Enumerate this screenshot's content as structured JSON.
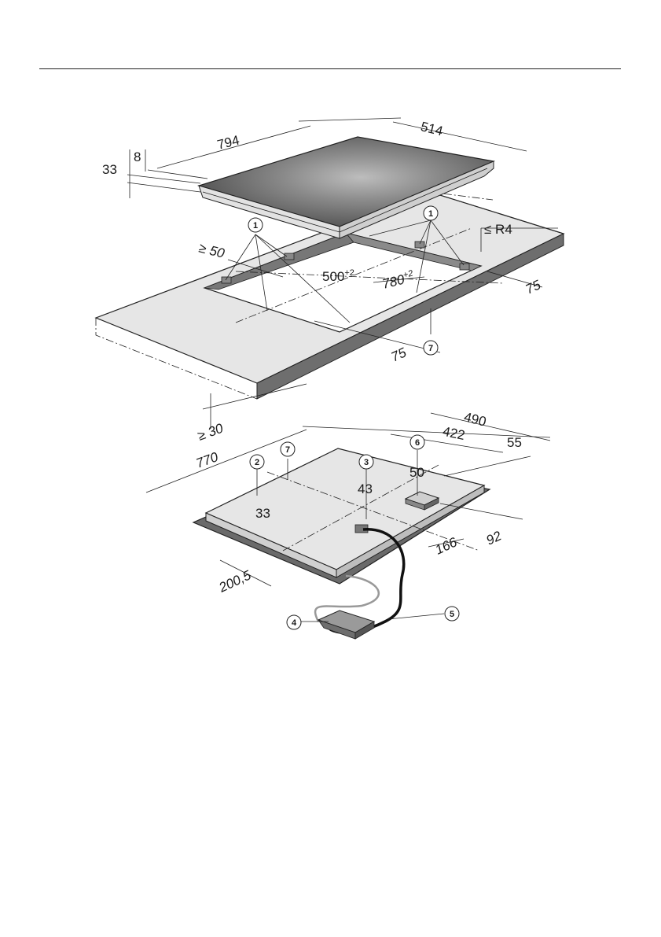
{
  "callouts": {
    "c1": "1",
    "c2": "2",
    "c3": "3",
    "c4": "4",
    "c5": "5",
    "c6": "6",
    "c7": "7"
  },
  "dimensions": {
    "hob_depth": "514",
    "hob_width": "794",
    "glass_thickness": "8",
    "hob_height": "33",
    "min_wall_clearance": "≥ 50",
    "max_corner_radius": "≤ R4",
    "cutout_depth": "500",
    "cutout_depth_tol": "+2",
    "cutout_width": "780",
    "cutout_width_tol": "+2",
    "clearance_right": "75",
    "clearance_front": "75",
    "worktop_min_thickness": "≥ 30",
    "base_depth": "490",
    "base_to_box": "422",
    "box_edge_offset": "55",
    "base_width": "770",
    "height_at_2": "33",
    "height_at_3": "43",
    "height_at_6": "50",
    "box_offset_166": "166",
    "box_offset_92": "92",
    "connection_offset": "200,5"
  },
  "colors": {
    "glass_light": "#9a9a9a",
    "glass_dark": "#3a3a3a",
    "worktop": "#e4e4e4",
    "worktop_edge": "#6e6e6e",
    "line": "#222222"
  }
}
